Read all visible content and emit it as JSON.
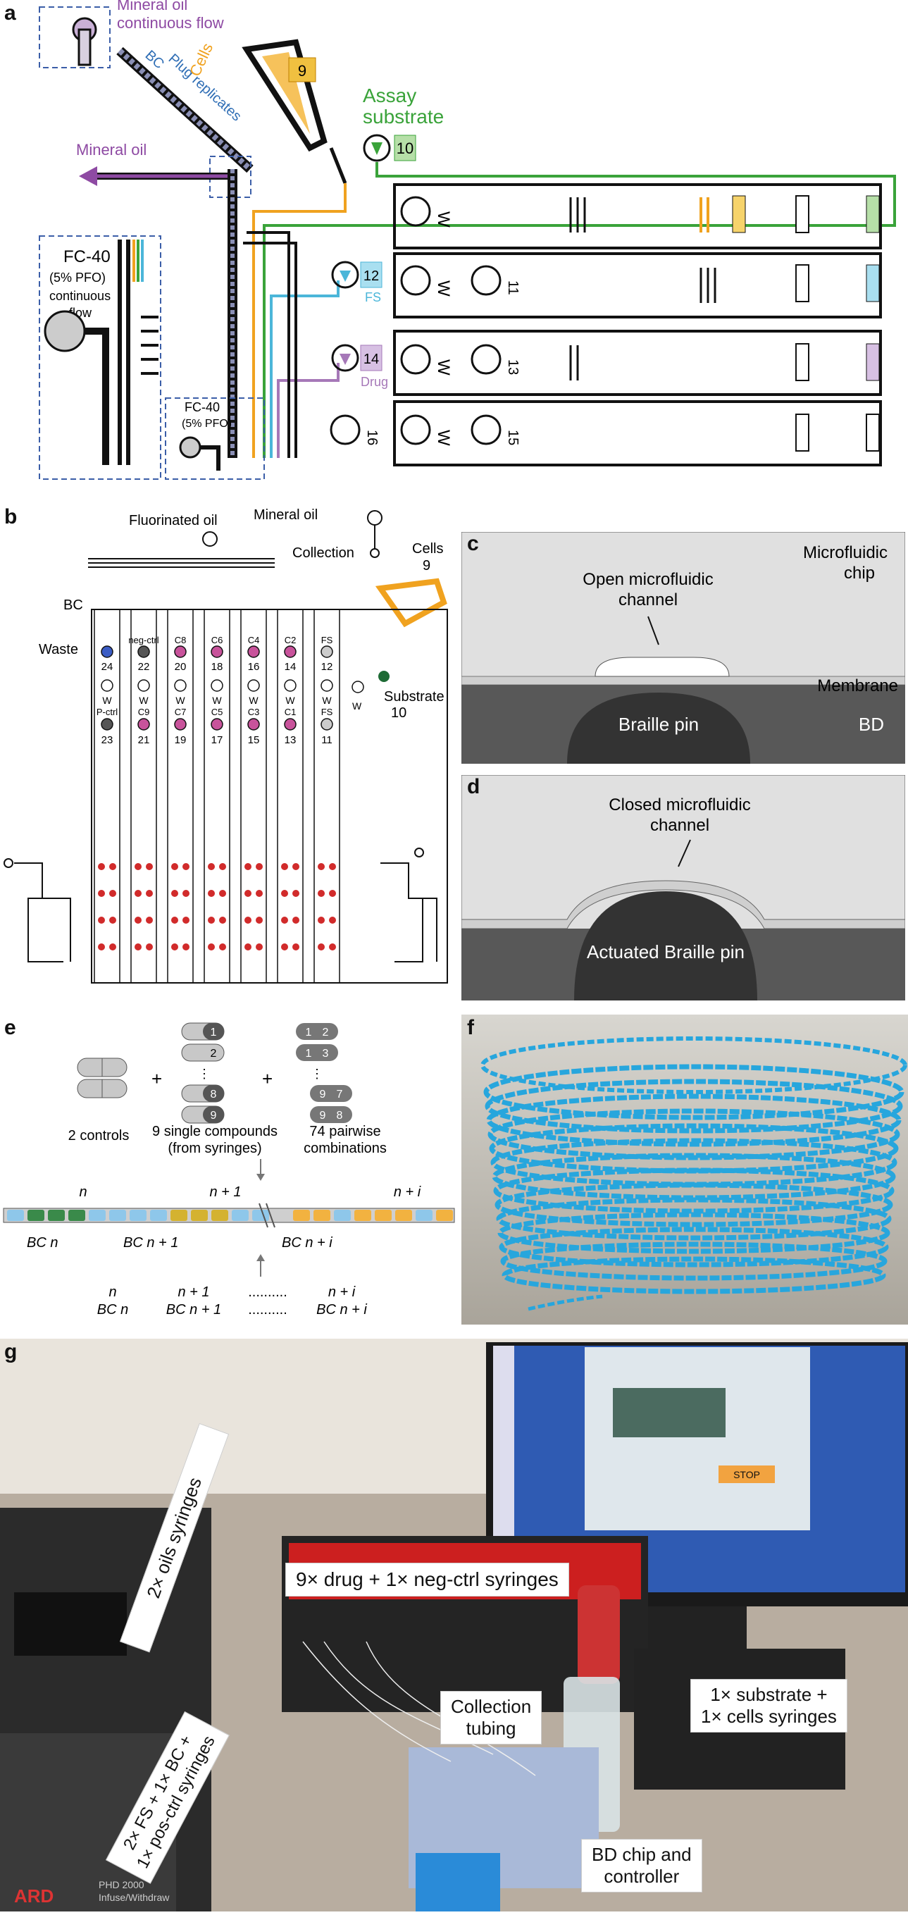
{
  "colors": {
    "mineral_oil": "#8e4aa3",
    "bc": "#2f6eb5",
    "plug": "#2f6eb5",
    "cells": "#f0a21f",
    "assay": "#3aa33a",
    "fs": "#4bb6d9",
    "drug": "#a678b8",
    "fc40_frame": "#3b5ea8",
    "pin": "#3a3a3a",
    "droplet_blue": "#27a6dd"
  },
  "panel_a": {
    "label": "a",
    "mineral_oil_flow": "Mineral oil\ncontinuous flow",
    "bc": "BC",
    "plug_replicates": "Plug replicates",
    "cells": "Cells",
    "cells_num": "9",
    "assay_substrate": "Assay\nsubstrate",
    "assay_num": "10",
    "mineral_oil": "Mineral oil",
    "fc40_flow_title": "FC-40",
    "fc40_flow_sub": "(5% PFO)",
    "fc40_flow_cont": "continuous\nflow",
    "fc40_small": "FC-40",
    "fc40_small_sub": "(5% PFO)",
    "w": "W",
    "fs_num": "12",
    "fs": "FS",
    "drug_num": "14",
    "drug": "Drug",
    "n11": "11",
    "n13": "13",
    "n15": "15",
    "n16": "16"
  },
  "panel_b": {
    "label": "b",
    "fluorinated_oil": "Fluorinated oil",
    "mineral_oil": "Mineral oil",
    "collection": "Collection",
    "cells": "Cells",
    "cells_num": "9",
    "bc": "BC",
    "waste": "Waste",
    "substrate": "Substrate",
    "substrate_num": "10",
    "top_labels": [
      "",
      "neg-ctrl",
      "C8",
      "C6",
      "C4",
      "C2",
      "FS"
    ],
    "top_nums": [
      "24",
      "22",
      "20",
      "18",
      "16",
      "14",
      "12"
    ],
    "bot_labels": [
      "P-ctrl",
      "C9",
      "C7",
      "C5",
      "C3",
      "C1",
      "FS"
    ],
    "bot_nums": [
      "23",
      "21",
      "19",
      "17",
      "15",
      "13",
      "11"
    ],
    "w": "W"
  },
  "panel_c": {
    "label": "c",
    "open_channel": "Open microfluidic\nchannel",
    "microfluidic_chip": "Microfluidic\nchip",
    "membrane": "Membrane",
    "braille_pin": "Braille pin",
    "bd": "BD"
  },
  "panel_d": {
    "label": "d",
    "closed_channel": "Closed microfluidic\nchannel",
    "actuated_pin": "Actuated Braille pin"
  },
  "panel_e": {
    "label": "e",
    "plus": "+",
    "two_controls": "2 controls",
    "single_compounds": "9 single compounds\n(from syringes)",
    "pairwise": "74 pairwise\ncombinations",
    "single_ids": [
      "1",
      "2",
      "8",
      "9"
    ],
    "pair_ids": [
      [
        "1",
        "2"
      ],
      [
        "1",
        "3"
      ],
      [
        "9",
        "7"
      ],
      [
        "9",
        "8"
      ]
    ],
    "dots": "⋮",
    "n": "n",
    "n1": "n + 1",
    "ni": "n + i",
    "bc_n": "BC n",
    "bc_n1": "BC n + 1",
    "bc_ni": "BC n + i",
    "dotted": ".........."
  },
  "panel_f": {
    "label": "f"
  },
  "panel_g": {
    "label": "g",
    "oil_syringes": "2× oils syringes",
    "drug_syringes": "9× drug + 1× neg-ctrl syringes",
    "fs_syringes": "2× FS + 1× BC +\n1× pos-ctrl syringes",
    "collection_tubing": "Collection\ntubing",
    "substrate_syringes": "1× substrate +\n1× cells syringes",
    "bd_chip": "BD chip and\ncontroller",
    "pump_brand": "ARD",
    "pump_model": "PHD 2000\nInfuse/Withdraw",
    "stop": "STOP"
  }
}
